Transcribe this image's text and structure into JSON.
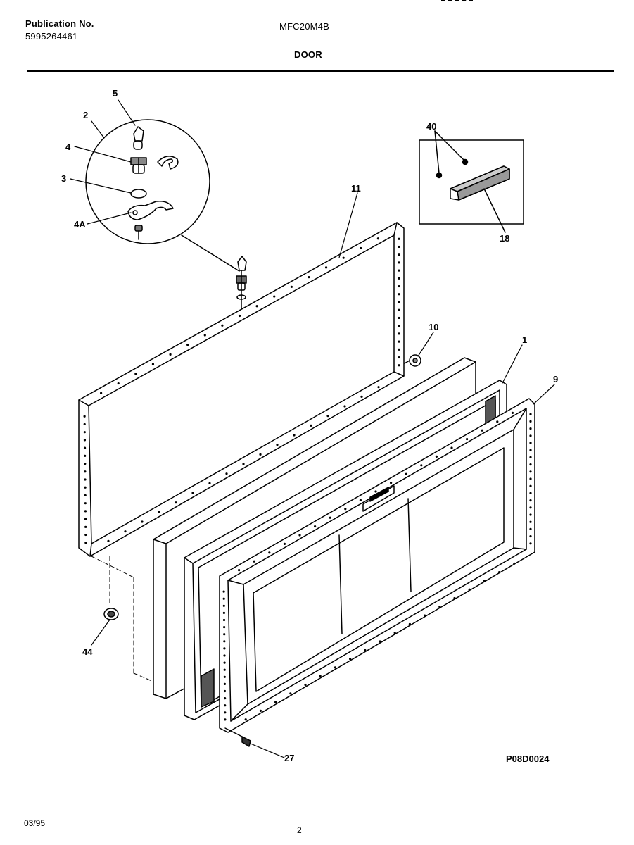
{
  "header": {
    "publication_label": "Publication No.",
    "publication_number": "5995264461",
    "model": "MFC20M4B",
    "title": "DOOR"
  },
  "callouts": {
    "c5": "5",
    "c2": "2",
    "c4": "4",
    "c3": "3",
    "c4a": "4A",
    "c40": "40",
    "c18": "18",
    "c11": "11",
    "c10": "10",
    "c1": "1",
    "c9": "9",
    "c44": "44",
    "c27": "27"
  },
  "figure_code": "P08D0024",
  "footer": {
    "date": "03/95",
    "page": "2"
  }
}
